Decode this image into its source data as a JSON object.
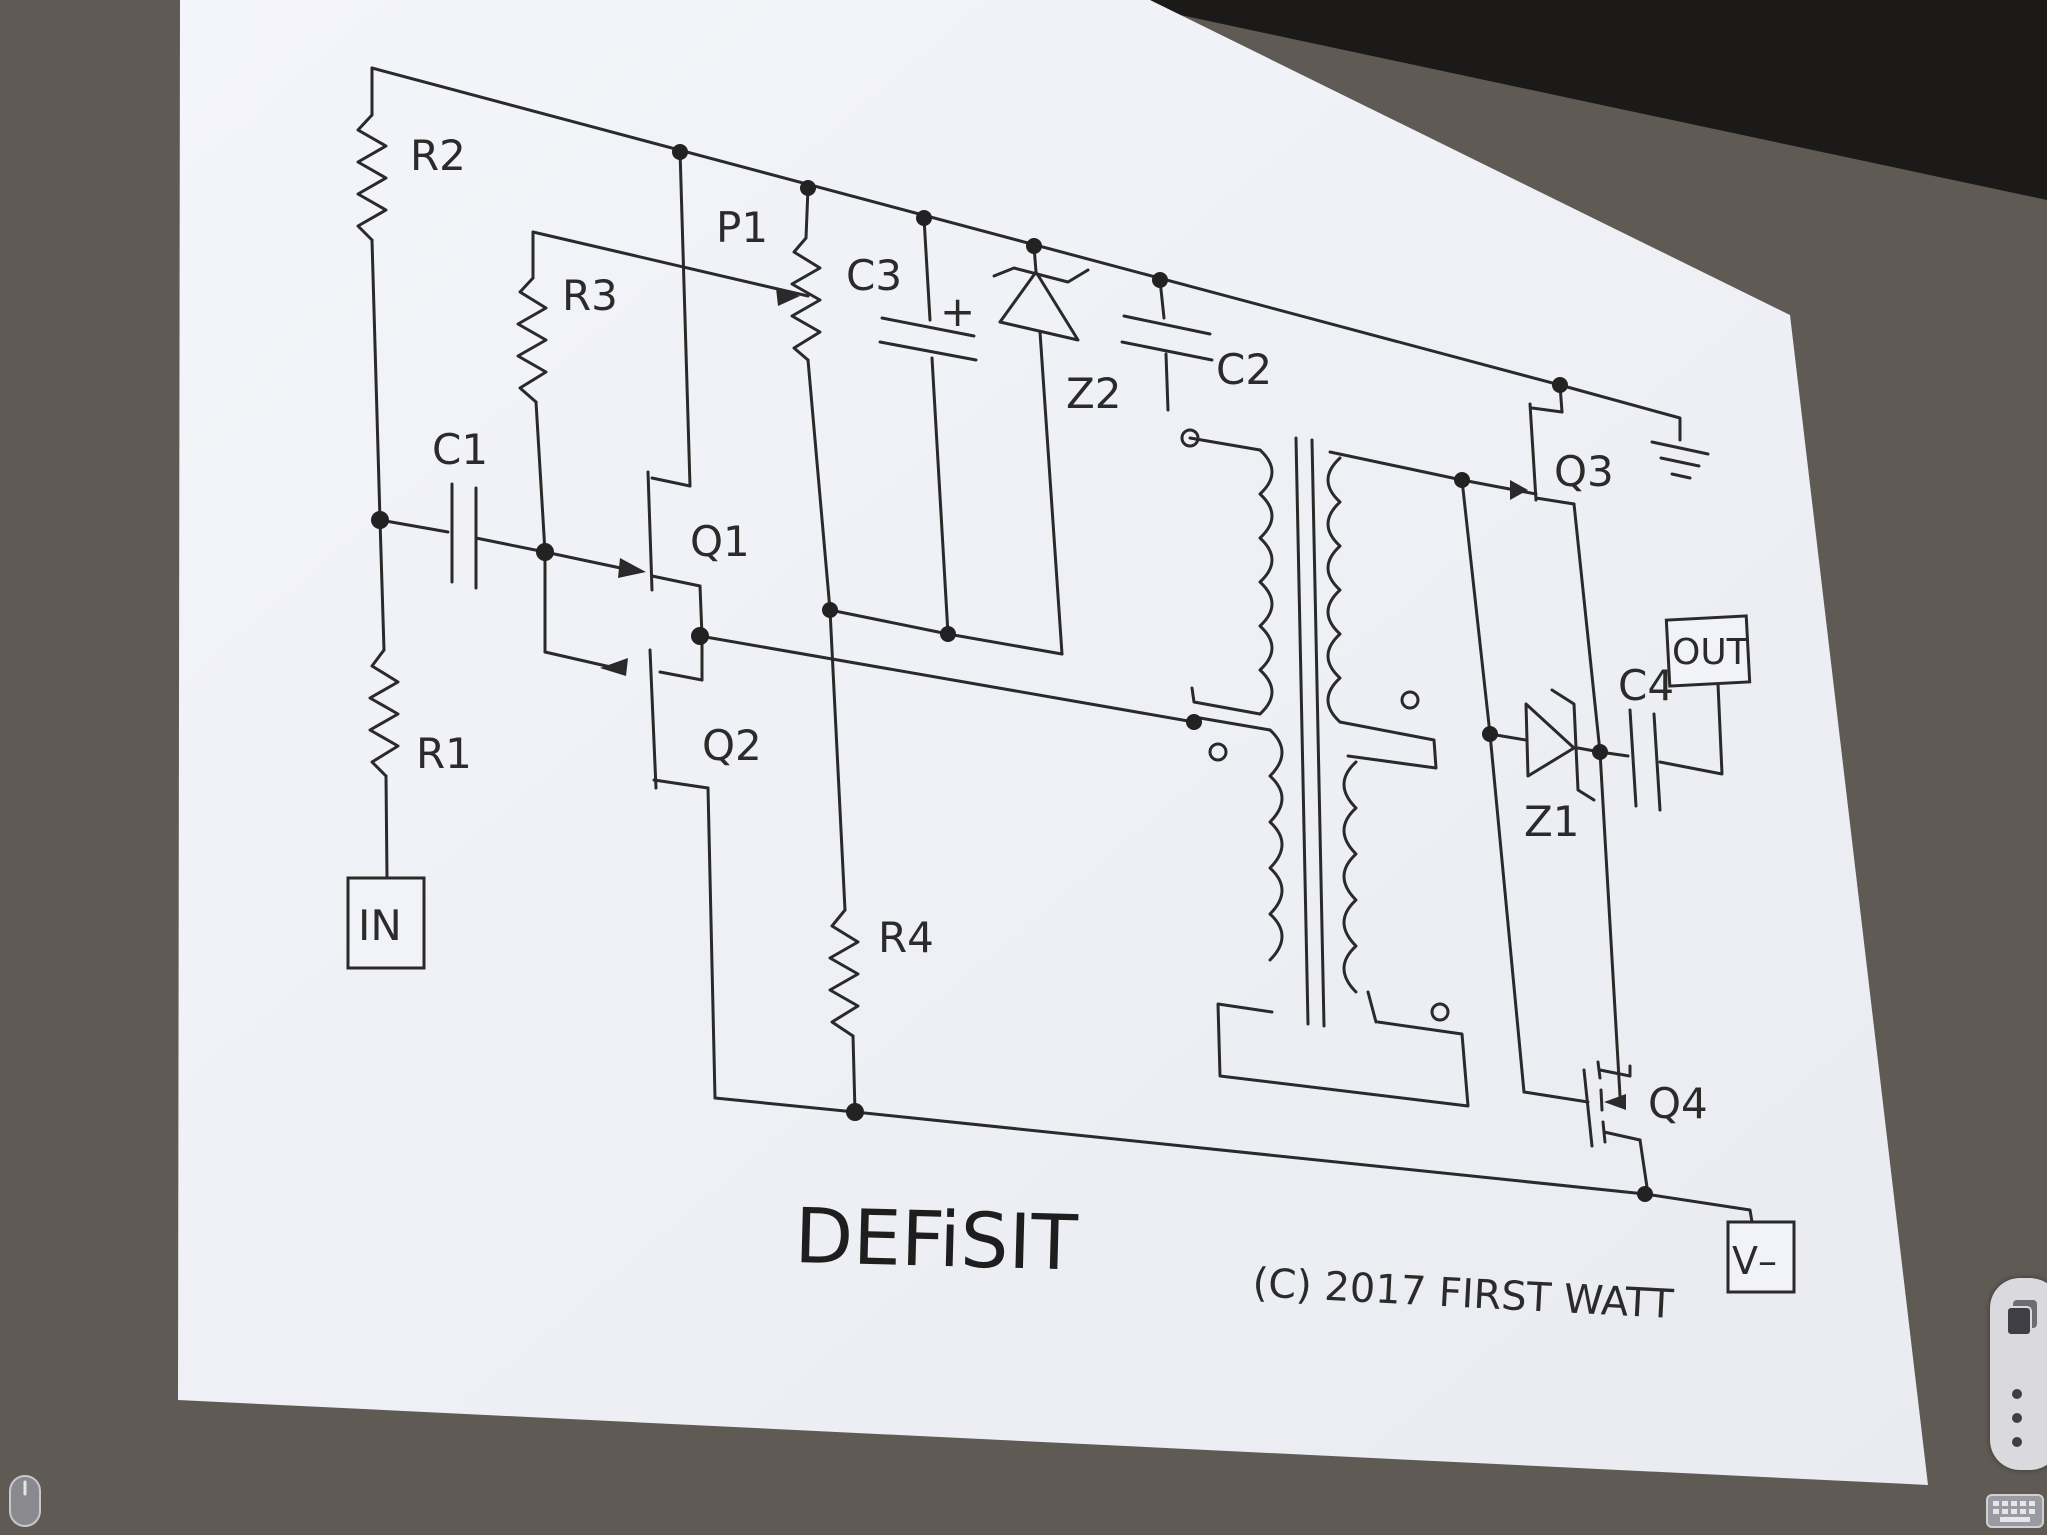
{
  "diagram": {
    "components": {
      "r2": "R2",
      "r3": "R3",
      "r1": "R1",
      "r4": "R4",
      "p1": "P1",
      "c1": "C1",
      "c2": "C2",
      "c3": "C3",
      "c4": "C4",
      "z1": "Z1",
      "z2": "Z2",
      "q1": "Q1",
      "q2": "Q2",
      "q3": "Q3",
      "q4": "Q4"
    },
    "terminals": {
      "in": "IN",
      "out": "OUT",
      "vneg": "V–"
    },
    "polarity_mark": "+",
    "title": "DEFiSIT",
    "copyright": "(C) 2017 FIRST WATT"
  },
  "ui": {
    "icons": {
      "layers": "layers-icon",
      "more": "more-options-icon",
      "mouse": "mouse-icon",
      "keyboard": "keyboard-icon"
    }
  },
  "colors": {
    "screen": "#f2f3f8",
    "ink": "#2a2a2a",
    "room": "#5f5a54"
  }
}
